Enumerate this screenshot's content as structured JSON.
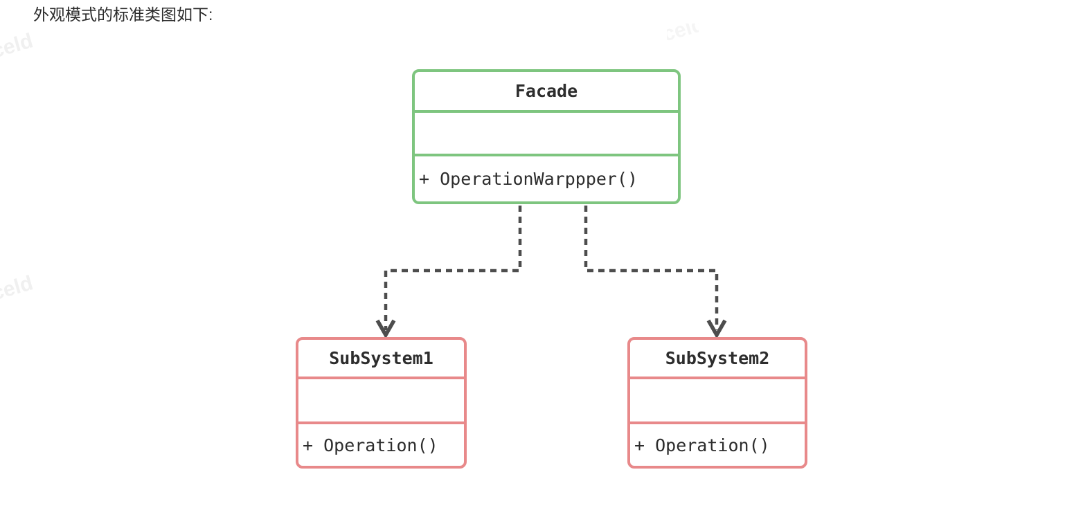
{
  "page": {
    "heading": "外观模式的标准类图如下:"
  },
  "watermark": {
    "text": "celd"
  },
  "colors": {
    "facade_border": "#7ec57f",
    "subsystem_border": "#e8898a",
    "connector": "#4d4d4d",
    "text": "#2d2d2d",
    "watermark": "#f0f0f0",
    "background": "#ffffff"
  },
  "diagram": {
    "type": "uml-class-diagram",
    "classes": [
      {
        "name": "Facade",
        "attributes": "",
        "method": "+ OperationWarppper()"
      },
      {
        "name": "SubSystem1",
        "attributes": "",
        "method": "+ Operation()"
      },
      {
        "name": "SubSystem2",
        "attributes": "",
        "method": "+ Operation()"
      }
    ],
    "relations": [
      {
        "from": "Facade",
        "to": "SubSystem1",
        "style": "dashed-open-arrow"
      },
      {
        "from": "Facade",
        "to": "SubSystem2",
        "style": "dashed-open-arrow"
      }
    ]
  }
}
